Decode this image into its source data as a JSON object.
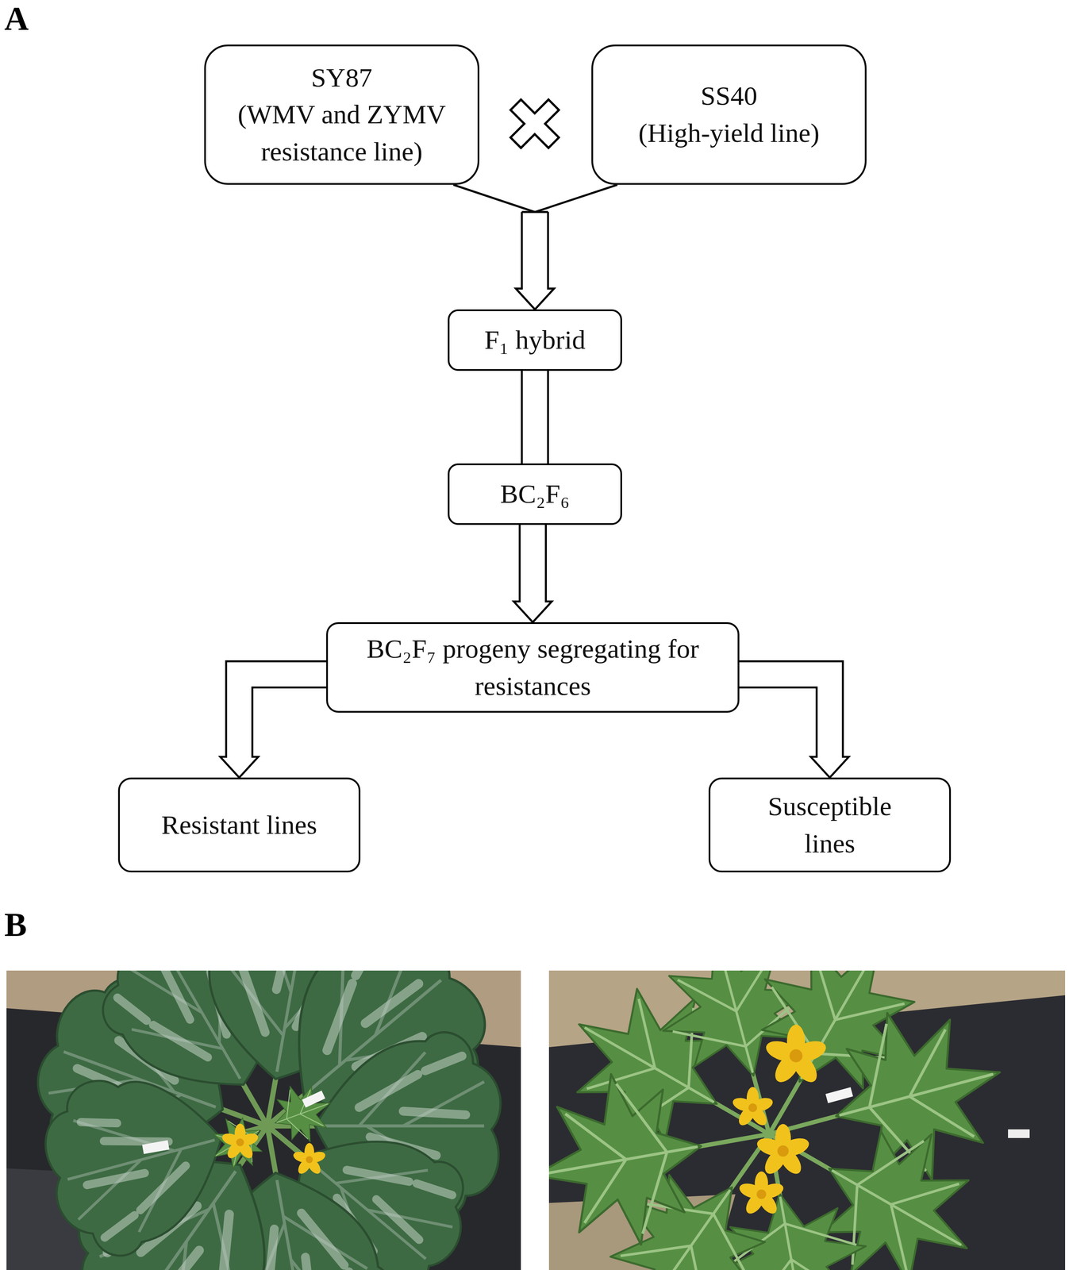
{
  "diagram": {
    "nodes": [
      {
        "text": [
          "SY87",
          "(WMV and ZYMV resistance line)"
        ]
      },
      {
        "text": [
          "SS40",
          "(High-yield line)"
        ]
      },
      {
        "text": [
          "F₁ hybrid"
        ]
      },
      {
        "text": [
          "BC₂F₆"
        ]
      },
      {
        "text": [
          "BC₂F₇ progeny segregating for resistances"
        ]
      },
      {
        "text": [
          "Resistant lines"
        ]
      },
      {
        "text": [
          "Susceptible lines"
        ]
      }
    ],
    "edges": [
      {
        "from": 0,
        "to": 2,
        "arrow": "to"
      },
      {
        "from": 1,
        "to": 2,
        "arrow": "to"
      },
      {
        "from": 2,
        "to": 3,
        "arrow": "none"
      },
      {
        "from": 3,
        "to": 4,
        "arrow": "to"
      },
      {
        "from": 4,
        "to": 5,
        "arrow": "to"
      },
      {
        "from": 4,
        "to": 6,
        "arrow": "to"
      }
    ],
    "labels": [
      "A",
      "B"
    ]
  }
}
